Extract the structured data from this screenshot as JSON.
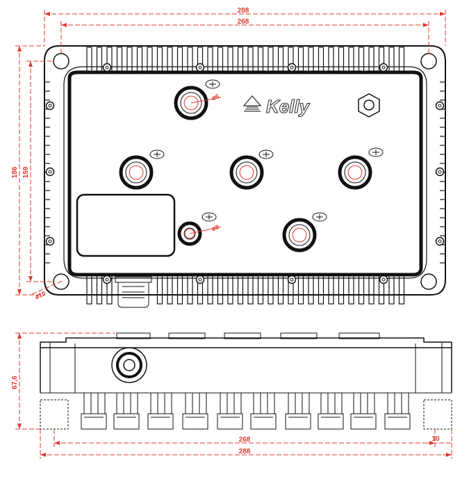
{
  "brand": {
    "name": "Kelly"
  },
  "dimensions": {
    "top_overall_width": "288",
    "top_hole_spacing": "268",
    "side_overall_height": "186",
    "side_hole_spacing": "159",
    "mount_hole_dia": "⌀10",
    "small_port_dia_1": "⌀6",
    "small_port_dia_2": "⌀8",
    "height": "67,6",
    "bottom_hole_spacing": "268",
    "bottom_overall_width": "288",
    "foot_width": "10"
  },
  "colors": {
    "dimension": "#e0392e",
    "outline": "#111111"
  },
  "icons": [
    "logo-icon",
    "hex-nut-icon",
    "terminal-icon"
  ]
}
